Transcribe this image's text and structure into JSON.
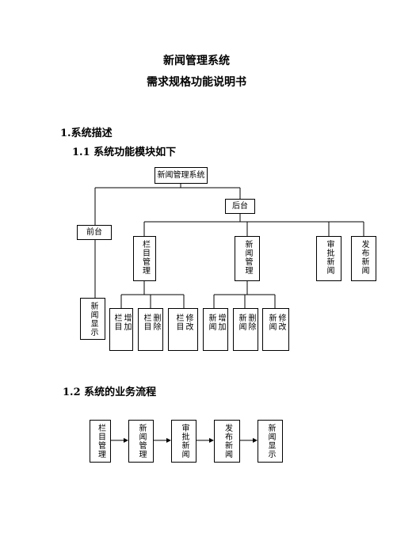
{
  "doc": {
    "title1": "新闻管理系统",
    "title2": "需求规格功能说明书",
    "h1": "1.系统描述",
    "h11": "1.1 系统功能模块如下",
    "h12": "1.2 系统的业务流程"
  },
  "tree": {
    "root": "新闻管理系统",
    "backend": "后台",
    "frontend": "前台",
    "column_mgmt": "栏目管理",
    "news_mgmt": "新闻管理",
    "review_news": "审批新闻",
    "publish_news": "发布新闻",
    "news_display": "新闻显示",
    "add_column": [
      "增加",
      "栏目"
    ],
    "del_column": [
      "删除",
      "栏目"
    ],
    "mod_column": [
      "修改",
      "栏目"
    ],
    "add_news": [
      "增加",
      "新闻"
    ],
    "del_news": [
      "删除",
      "新闻"
    ],
    "mod_news": [
      "修改",
      "新闻"
    ]
  },
  "flow": {
    "steps": [
      "栏目管理",
      "新闻管理",
      "审批新闻",
      "发布新闻",
      "新闻显示"
    ]
  }
}
